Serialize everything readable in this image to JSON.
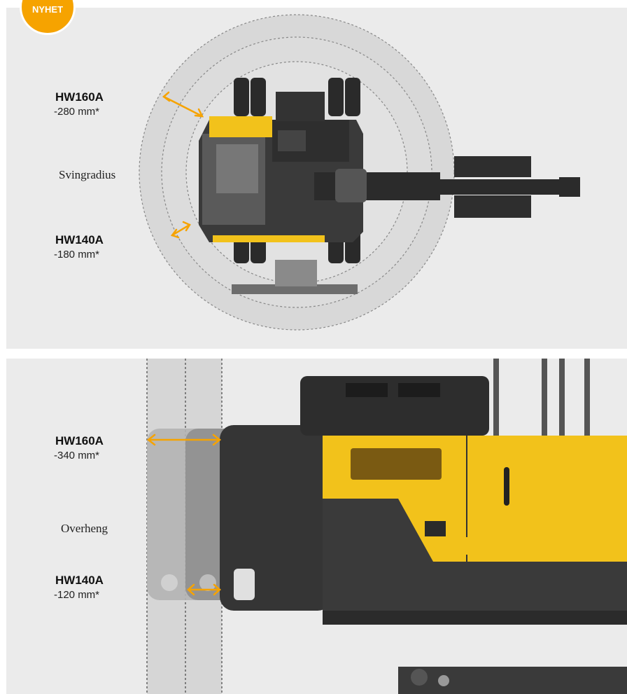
{
  "badge": {
    "label": "NYHET",
    "color": "#f6a300"
  },
  "swing": {
    "term": "Svingradius",
    "upper": {
      "model": "HW160A",
      "delta": "-280 mm*"
    },
    "lower": {
      "model": "HW140A",
      "delta": "-180 mm*"
    }
  },
  "overhang": {
    "term": "Overheng",
    "upper": {
      "model": "HW160A",
      "delta": "-340 mm*"
    },
    "lower": {
      "model": "HW140A",
      "delta": "-120 mm*"
    }
  },
  "colors": {
    "accent": "#f6a300",
    "machine_yellow": "#f2c21b",
    "panel": "#ebebeb"
  }
}
